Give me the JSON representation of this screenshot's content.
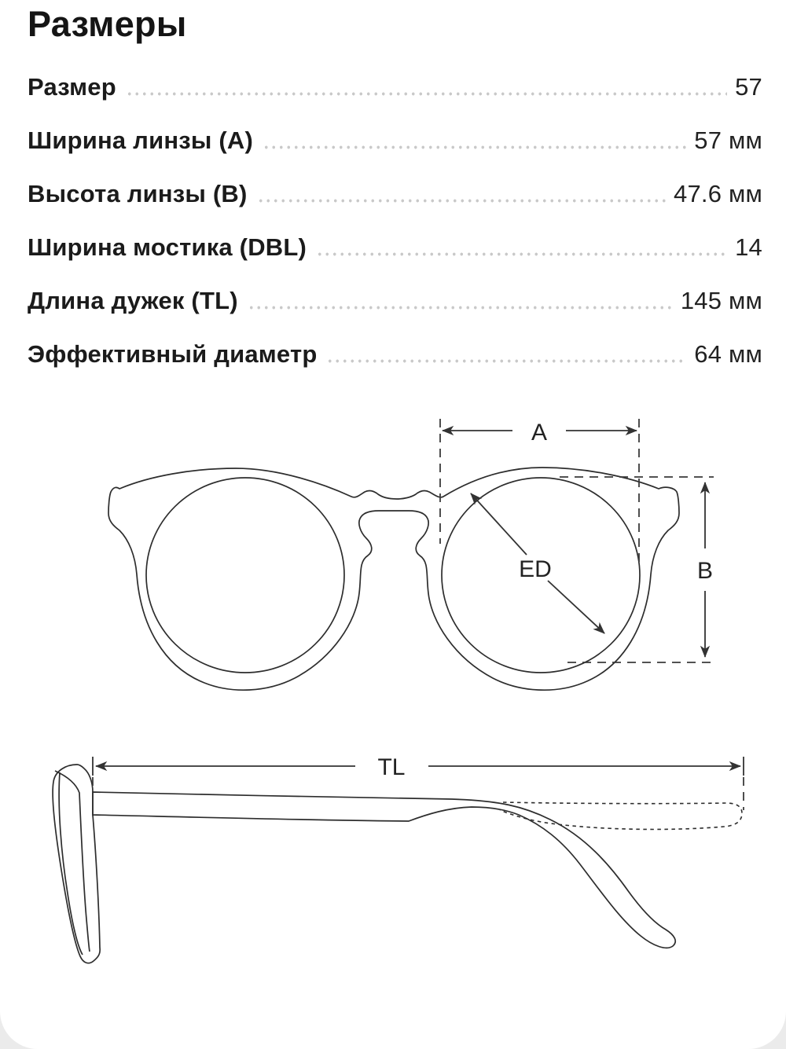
{
  "page": {
    "background_color": "#ebebeb",
    "card_background_color": "#ffffff",
    "text_color": "#1b1b1b",
    "leader_dot_color": "#c9c9c9",
    "diagram_line_color": "#2d2d2d"
  },
  "title": "Размеры",
  "specs": [
    {
      "label": "Размер",
      "value": "57"
    },
    {
      "label": "Ширина линзы (А)",
      "value": "57 мм"
    },
    {
      "label": "Высота линзы (В)",
      "value": "47.6 мм"
    },
    {
      "label": "Ширина мостика (DBL)",
      "value": "14"
    },
    {
      "label": "Длина дужек (TL)",
      "value": "145 мм"
    },
    {
      "label": "Эффективный диаметр",
      "value": "64 мм"
    }
  ],
  "diagram": {
    "labels": {
      "lens_width": "A",
      "lens_height": "B",
      "effective_diameter": "ED",
      "temple_length": "TL"
    }
  }
}
